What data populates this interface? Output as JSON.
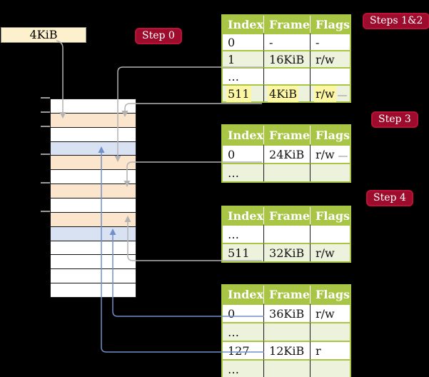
{
  "labels": {
    "frame_label": "4KiB"
  },
  "badges": {
    "step0": "Step 0",
    "steps12": "Steps 1&2",
    "step3": "Step 3",
    "step4": "Step 4"
  },
  "headers": [
    "Index",
    "Frame",
    "Flags"
  ],
  "tables": [
    {
      "rows": [
        {
          "cells": [
            "0",
            "-",
            "-"
          ]
        },
        {
          "cells": [
            "1",
            "16KiB",
            "r/w"
          ]
        },
        {
          "cells": [
            "…",
            "",
            ""
          ]
        },
        {
          "cells": [
            "511",
            "4KiB",
            "r/w"
          ],
          "highlighted": true
        }
      ]
    },
    {
      "rows": [
        {
          "cells": [
            "0",
            "24KiB",
            "r/w"
          ]
        },
        {
          "cells": [
            "…",
            "",
            ""
          ]
        }
      ]
    },
    {
      "rows": [
        {
          "cells": [
            "…",
            "",
            ""
          ]
        },
        {
          "cells": [
            "511",
            "32KiB",
            "r/w"
          ]
        }
      ]
    },
    {
      "rows": [
        {
          "cells": [
            "0",
            "36KiB",
            "r/w"
          ]
        },
        {
          "cells": [
            "…",
            "",
            ""
          ]
        },
        {
          "cells": [
            "127",
            "12KiB",
            "r"
          ]
        },
        {
          "cells": [
            "…",
            "",
            ""
          ]
        }
      ]
    }
  ],
  "memory": {
    "rows": [
      "white",
      "peach",
      "white",
      "blue",
      "peach",
      "white",
      "peach",
      "white",
      "peach",
      "blue",
      "white",
      "white",
      "white",
      "white"
    ]
  },
  "arrows": [
    {
      "from": "4KiB label",
      "to": "memory frame 4KiB",
      "color": "gray"
    },
    {
      "from": "table1 row 511 (4KiB)",
      "to": "memory frame 4KiB",
      "color": "gray"
    },
    {
      "from": "table1 row 1 (16KiB)",
      "to": "memory frame 16KiB",
      "color": "gray"
    },
    {
      "from": "table2 row 0 (24KiB)",
      "to": "memory frame 24KiB",
      "color": "gray"
    },
    {
      "from": "table3 row 511 (32KiB)",
      "to": "memory frame 32KiB",
      "color": "gray"
    },
    {
      "from": "table4 row 0 (36KiB)",
      "to": "memory frame 36KiB",
      "color": "blue"
    },
    {
      "from": "table4 row 127 (12KiB)",
      "to": "memory frame 12KiB",
      "color": "blue"
    }
  ],
  "colors": {
    "white": "#ffffff",
    "peach": "#fce5cd",
    "blue": "#d9e2f3",
    "table_green": "#a8c545",
    "row_green": "#edf2dc",
    "highlight_yellow": "#fdf6a2",
    "badge_red": "#9e0c2d",
    "label_cream": "#fdf0cd",
    "line_gray": "#b3b3b3",
    "line_blue": "#7090c8"
  }
}
